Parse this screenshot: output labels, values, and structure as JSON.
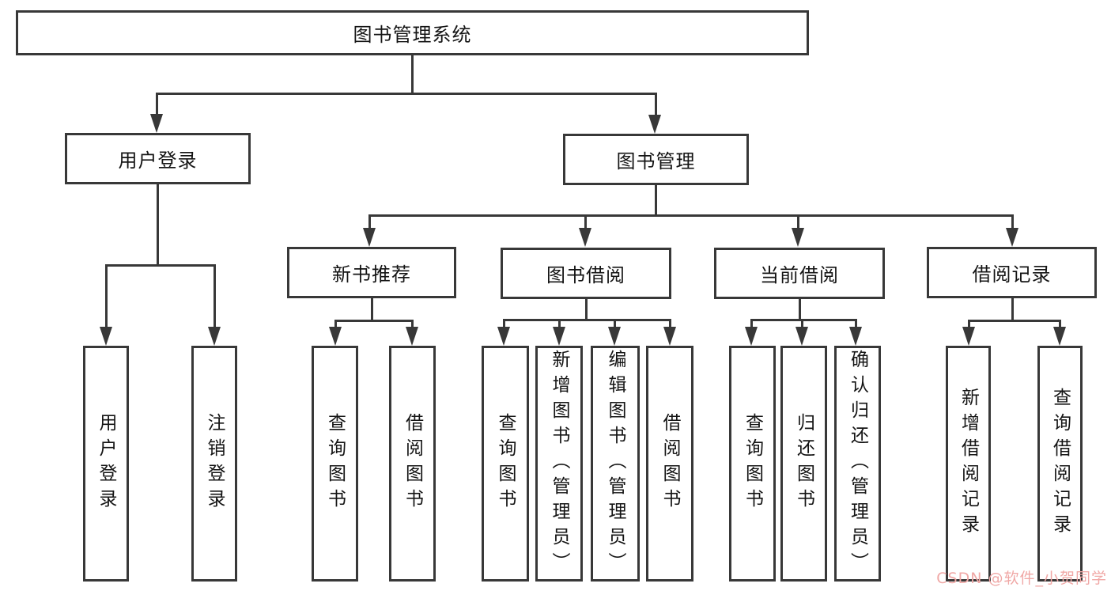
{
  "diagram": {
    "root_label": "图书管理系统",
    "branches": [
      {
        "label": "用户登录",
        "children": [
          {
            "label": "用户登录"
          },
          {
            "label": "注销登录"
          }
        ]
      },
      {
        "label": "图书管理",
        "children": [
          {
            "label": "新书推荐",
            "children": [
              {
                "label": "查询图书"
              },
              {
                "label": "借阅图书"
              }
            ]
          },
          {
            "label": "图书借阅",
            "children": [
              {
                "label": "查询图书"
              },
              {
                "label": "新增图书（管理员）"
              },
              {
                "label": "编辑图书（管理员）"
              },
              {
                "label": "借阅图书"
              }
            ]
          },
          {
            "label": "当前借阅",
            "children": [
              {
                "label": "查询图书"
              },
              {
                "label": "归还图书"
              },
              {
                "label": "确认归还（管理员）"
              }
            ]
          },
          {
            "label": "借阅记录",
            "children": [
              {
                "label": "新增借阅记录"
              },
              {
                "label": "查询借阅记录"
              }
            ]
          }
        ]
      }
    ]
  },
  "watermark": {
    "text": "CSDN @软件_小贺同学",
    "color": "#f0a8a6"
  },
  "colors": {
    "line": "#383838",
    "box_border": "#383838",
    "text": "#141414",
    "background": "#ffffff"
  }
}
